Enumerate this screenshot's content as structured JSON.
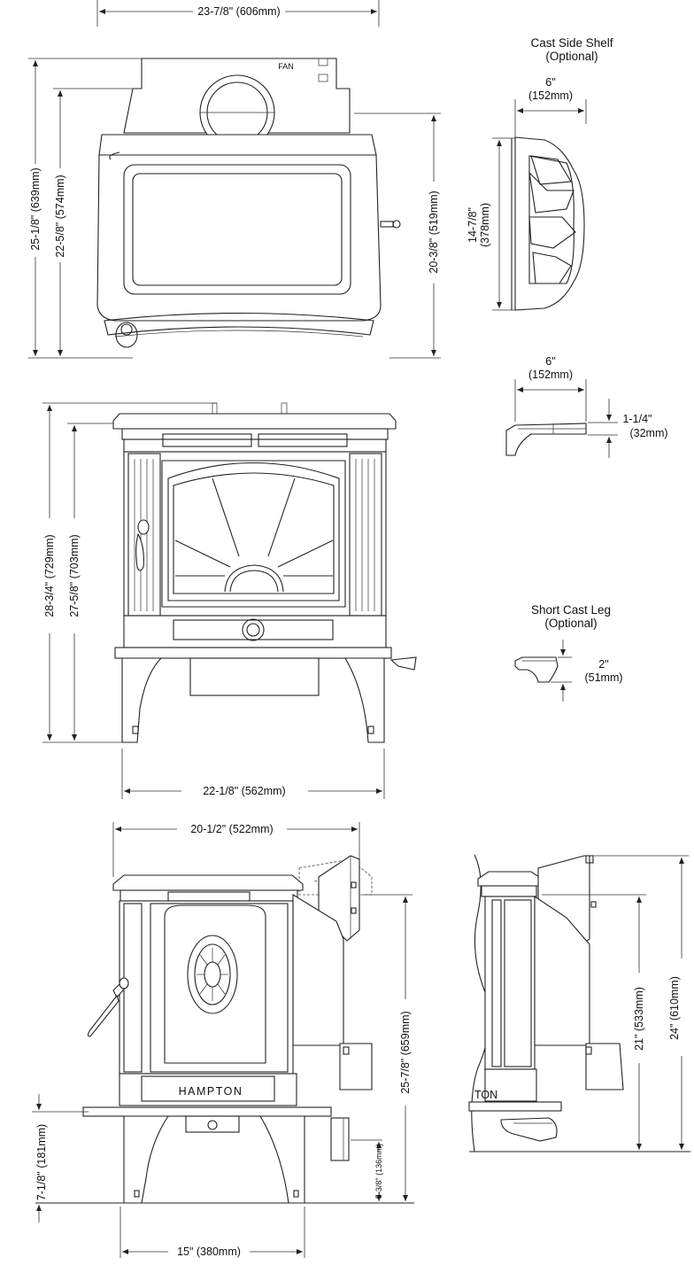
{
  "front_view": {
    "overall_width": "23-7/8\" (606mm)",
    "overall_height": "25-1/8\" (639mm)",
    "inner_height": "22-5/8\" (574mm)",
    "right_height": "20-3/8\" (519mm)",
    "fan_label": "FAN"
  },
  "side_shelf": {
    "title": "Cast Side Shelf",
    "subtitle": "(Optional)",
    "width_in": "6\"",
    "width_mm": "(152mm)",
    "height_in": "14-7/8\"",
    "height_mm": "(378mm)"
  },
  "shelf_profile": {
    "width_in": "6\"",
    "width_mm": "(152mm)",
    "thickness_in": "1-1/4\"",
    "thickness_mm": "(32mm)"
  },
  "short_leg": {
    "title": "Short Cast Leg",
    "subtitle": "(Optional)",
    "height_in": "2\"",
    "height_mm": "(51mm)"
  },
  "elevation_view": {
    "total_height": "28-3/4\" (729mm)",
    "top_height": "27-5/8\" (703mm)",
    "leg_width": "22-1/8\" (562mm)"
  },
  "side_view": {
    "depth": "20-1/2\" (522mm)",
    "flue_height": "25-7/8\" (659mm)",
    "low_height": "7-1/8\" (181mm)",
    "outlet_height": "5-3/8\" (136mm)",
    "leg_depth": "15\" (380mm)",
    "brand": "HAMPTON"
  },
  "corner_view": {
    "height_a": "21\" (533mm)",
    "height_b": "24\" (610mm)",
    "brand_fragment": "TON"
  }
}
